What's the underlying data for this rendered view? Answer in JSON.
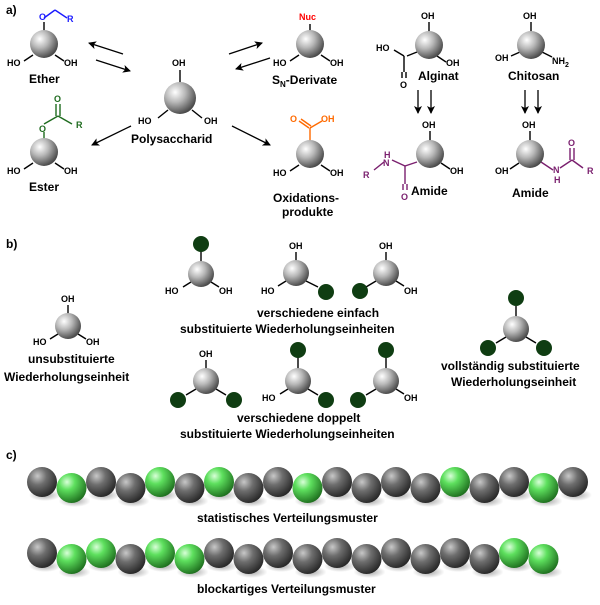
{
  "panels": {
    "a": "a)",
    "b": "b)",
    "c": "c)"
  },
  "reaction_scheme": {
    "center_label": "Polysaccharid",
    "products": {
      "ether": "Ether",
      "sn_derivate_base": "S",
      "sn_derivate_sub": "N",
      "sn_derivate_rest": "-Derivate",
      "ester": "Ester",
      "oxidation_line1": "Oxidations-",
      "oxidation_line2": "produkte"
    },
    "alginat_label": "Alginat",
    "chitosan_label": "Chitosan",
    "amide_label": "Amide",
    "groups": {
      "oh": "OH",
      "ho": "HO",
      "o": "O",
      "r": "R",
      "nuc": "Nuc",
      "n": "N",
      "h": "H",
      "nh2_base": "NH",
      "nh2_sub": "2"
    }
  },
  "substitution": {
    "unsubstituted_line1": "unsubstituierte",
    "unsubstituted_line2": "Wiederholungseinheit",
    "mono_line1": "verschiedene einfach",
    "mono_line2": "substituierte Wiederholungseinheiten",
    "di_line1": "verschiedene doppelt",
    "di_line2": "substituierte Wiederholungseinheiten",
    "full_line1": "vollständig substituierte",
    "full_line2": "Wiederholungseinheit"
  },
  "distribution": {
    "random_label": "statistisches Verteilungsmuster",
    "block_label": "blockartiges Verteilungsmuster",
    "random_chain": [
      0,
      1,
      0,
      0,
      1,
      0,
      1,
      0,
      0,
      1,
      0,
      0,
      0,
      0,
      1,
      0,
      0,
      1,
      0
    ],
    "block_chain": [
      0,
      1,
      1,
      0,
      1,
      1,
      0,
      0,
      0,
      0,
      0,
      0,
      0,
      0,
      0,
      0,
      1,
      1
    ]
  },
  "colors": {
    "ether_group": "#1a1aff",
    "nuc": "#ff0000",
    "ester_group": "#1e6b1e",
    "oxidation_group": "#ff6a00",
    "amide_group": "#7a1f6e",
    "substituent": "#0f3d12",
    "bead_gray": "#5a5a5a",
    "bead_green": "#4fd84f"
  }
}
